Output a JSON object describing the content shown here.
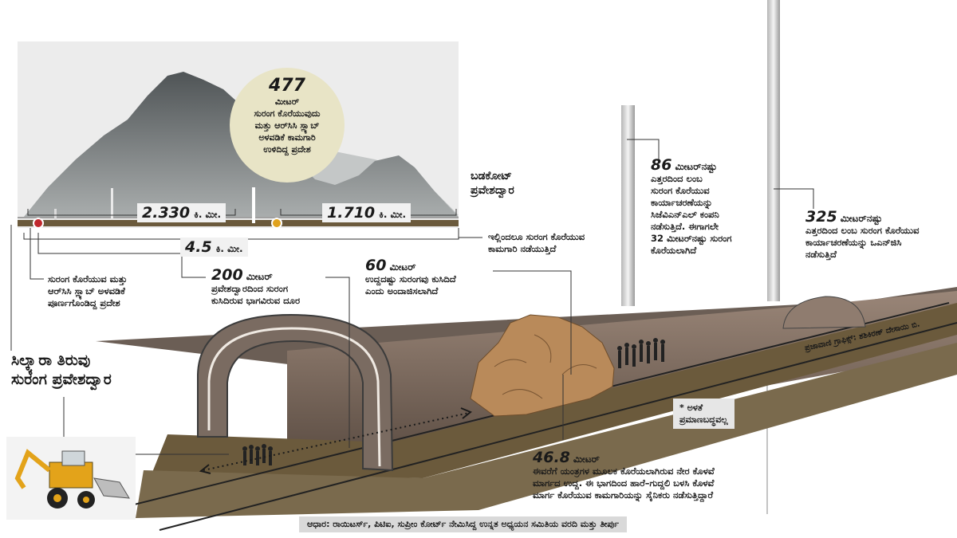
{
  "summit": {
    "value": "477",
    "lines": [
      "ಮೀಟರ್",
      "ಸುರಂಗ ಕೊರೆಯುವುದು",
      "ಮತ್ತು ಆರ್‌ಸಿಸಿ ಸ್ಲ್ಯಾಬ್",
      "ಅಳವಡಿಕೆ ಕಾಮಗಾರಿ",
      "ಉಳಿದಿದ್ದ ಪ್ರದೇಶ"
    ]
  },
  "segments": {
    "left": {
      "value": "2.330",
      "unit": "ಕಿ. ಮೀ."
    },
    "right": {
      "value": "1.710",
      "unit": "ಕಿ. ಮೀ."
    },
    "total": {
      "value": "4.5",
      "unit": "ಕಿ. ಮೀ."
    }
  },
  "barkot": {
    "lines": [
      "ಬಡಕೋಟ್",
      "ಪ್ರವೇಶದ್ವಾರ"
    ]
  },
  "barkot_work": {
    "lines": [
      "ಇಲ್ಲಿಂದಲೂ ಸುರಂಗ ಕೊರೆಯುವ",
      "ಕಾಮಗಾರಿ ನಡೆಯುತ್ತಿದೆ"
    ]
  },
  "completed_area": {
    "lines": [
      "ಸುರಂಗ ಕೊರೆಯುವ ಮತ್ತು",
      "ಆರ್‌ಸಿಸಿ ಸ್ಲ್ಯಾಬ್ ಅಳವಡಿಕೆ",
      "ಪೂರ್ಣಗೊಂಡಿದ್ದ ಪ್ರದೇಶ"
    ]
  },
  "collapse_distance": {
    "value": "200",
    "unit": "ಮೀಟರ್",
    "lines": [
      "ಪ್ರವೇಶದ್ವಾರದಿಂದ ಸುರಂಗ",
      "ಕುಸಿದಿರುವ ಭಾಗವಿರುವ ದೂರ"
    ]
  },
  "collapse_length": {
    "value": "60",
    "unit": "ಮೀಟರ್",
    "lines": [
      "ಉದ್ದದಷ್ಟು ಸುರಂಗವು ಕುಸಿದಿದೆ",
      "ಎಂದು ಅಂದಾಜಿಸಲಾಗಿದೆ"
    ]
  },
  "vertical_86": {
    "value": "86",
    "unit": "ಮೀಟರ್‌ನಷ್ಟು",
    "lines": [
      "ಎತ್ತರದಿಂದ ಲಂಬ",
      "ಸುರಂಗ ಕೊರೆಯುವ",
      "ಕಾರ್ಯಾಚರಣೆಯನ್ನು",
      "ಸಿಜೆವಿಎನ್‌ಎಲ್ ಕಂಪನಿ",
      "ನಡೆಸುತ್ತಿದೆ. ಈಗಾಗಲೇ",
      "32 ಮೀಟರ್‌ನಷ್ಟು ಸುರಂಗ",
      "ಕೊರೆಯಲಾಗಿದೆ"
    ]
  },
  "vertical_325": {
    "value": "325",
    "unit": "ಮೀಟರ್‌ನಷ್ಟು",
    "lines": [
      "ಎತ್ತರದಿಂದ ಲಂಬ ಸುರಂಗ ಕೊರೆಯುವ",
      "ಕಾರ್ಯಾಚರಣೆಯನ್ನು ಒಎನ್‌ಜಿಸಿ",
      "ನಡೆಸುತ್ತಿದೆ"
    ]
  },
  "silkyara": {
    "lines": [
      "ಸಿಲ್ಕ್ಯಾರಾ ತಿರುವು",
      "ಸುರಂಗ ಪ್ರವೇಶದ್ವಾರ"
    ]
  },
  "scale_note": {
    "lines": [
      "* ಅಳತೆ",
      "ಪ್ರಮಾಣಬದ್ಧವಲ್ಲ"
    ]
  },
  "drilled_46": {
    "value": "46.8",
    "unit": "ಮೀಟರ್",
    "lines": [
      "ಈವರೆಗೆ ಯಂತ್ರಗಳ ಮೂಲಕ ಕೊರೆಯಲಾಗಿರುವ ನೇರ ಕೊಳವೆ",
      "ಮಾರ್ಗದ ಉದ್ದ. ಈ ಭಾಗದಿಂದ ಹಾರೆ–ಗುದ್ದಲಿ ಬಳಸಿ ಕೊಳವೆ",
      "ಮಾರ್ಗ ಕೊರೆಯುವ ಕಾಮಗಾರಿಯನ್ನು ಸೈನಿಕರು ನಡೆಸುತ್ತಿದ್ದಾರೆ"
    ]
  },
  "credit": "ಪ್ರಜಾವಾಣಿ ಗ್ರಾಫಿಕ್ಸ್: ಶಶಿಕಿರಣ್ ದೇಸಾಯಿ ಬಿ.",
  "source": "ಆಧಾರ: ರಾಯಿಟರ್ಸ್, ಪಿಟಿಐ, ಸುಪ್ರೀಂ ಕೋರ್ಟ್ ನೇಮಿಸಿದ್ದ ಉನ್ನತ ಅಧ್ಯಯನ ಸಮಿತಿಯ ವರದಿ ಮತ್ತು ತೀರ್ಪು",
  "colors": {
    "mountain_dark": "#6b6f70",
    "mountain_light": "#b9bcbc",
    "tunnel_wall": "#8a7769",
    "floor": "#6b5a3c",
    "debris": "#b98a5a",
    "marker_red": "#c0282d",
    "marker_yellow": "#e0a21d"
  }
}
